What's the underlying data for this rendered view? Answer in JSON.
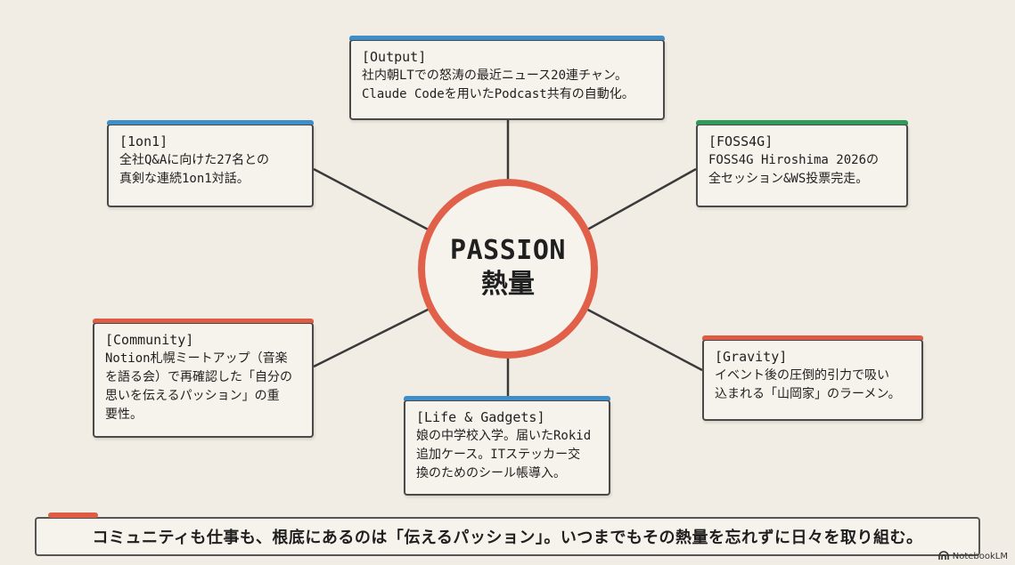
{
  "center": {
    "title": "PASSION",
    "subtitle": "熱量"
  },
  "nodes": {
    "output": {
      "tag": "[Output]",
      "lines": [
        "社内朝LTでの怒涛の最近ニュース20連チャン。",
        "Claude Codeを用いたPodcast共有の自動化。"
      ],
      "accent": "#3d8ec9"
    },
    "one_on_one": {
      "tag": "[1on1]",
      "lines": [
        "全社Q&Aに向けた27名との",
        "真剣な連続1on1対話。"
      ],
      "accent": "#3d8ec9"
    },
    "foss4g": {
      "tag": "[FOSS4G]",
      "lines": [
        "FOSS4G Hiroshima 2026の",
        "全セッション&WS投票完走。"
      ],
      "accent": "#2f9a5a"
    },
    "community": {
      "tag": "[Community]",
      "lines": [
        "Notion札幌ミートアップ（音楽",
        "を語る会）で再確認した「自分の",
        "思いを伝えるパッション」の重",
        "要性。"
      ],
      "accent": "#de5c43"
    },
    "gravity": {
      "tag": "[Gravity]",
      "lines": [
        "イベント後の圧倒的引力で吸い",
        "込まれる「山岡家」のラーメン。"
      ],
      "accent": "#de5c43"
    },
    "life_gadgets": {
      "tag": "[Life & Gadgets]",
      "lines": [
        "娘の中学校入学。届いたRokid",
        "追加ケース。ITステッカー交",
        "換のためのシール帳導入。"
      ],
      "accent": "#3d8ec9"
    }
  },
  "summary": {
    "text": "コミュニティも仕事も、根底にあるのは「伝えるパッション」。いつまでもその熱量を忘れずに日々を取り組む。",
    "accent": "#de5c43"
  },
  "watermark": {
    "label": "NotebookLM"
  },
  "colors": {
    "background": "#f1ede4",
    "ring": "#e0604a",
    "blue": "#3d8ec9",
    "green": "#2f9a5a",
    "red": "#de5c43",
    "line": "#3a3a3a"
  }
}
